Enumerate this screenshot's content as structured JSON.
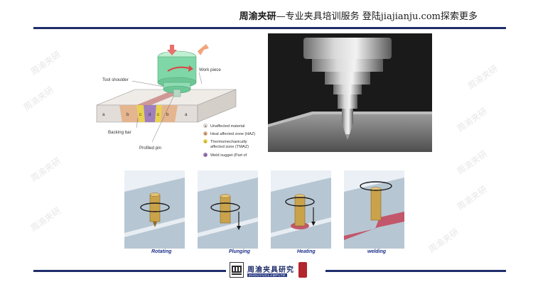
{
  "header": {
    "brand": "周渝夹研",
    "dash": "—",
    "tagline": "专业夹具培训服务  登陆jiajianju.com探索更多"
  },
  "watermark": {
    "text": "周渝夹研"
  },
  "diagram": {
    "labels": {
      "tool_shoulder": "Tool shoulder",
      "work_piece": "Work piece",
      "backing_bar": "Backing bar",
      "profiled_pin": "Profiled pin"
    },
    "legend": [
      {
        "key": "a",
        "text": "Unaffected material",
        "color": "#e7e2dd"
      },
      {
        "key": "b",
        "text": "Heat affected zone (HAZ)",
        "color": "#e4b58e"
      },
      {
        "key": "c",
        "text": "Thermomechanically",
        "text2": "affected zone (TMAZ)",
        "color": "#e8d24f"
      },
      {
        "key": "d",
        "text": "Weld nugget (Part of",
        "color": "#9f7fbd"
      }
    ],
    "section_letters": [
      "a",
      "b",
      "c",
      "d",
      "c",
      "b",
      "a"
    ]
  },
  "steps": [
    {
      "label": "Rotating"
    },
    {
      "label": "Plunging"
    },
    {
      "label": "Heating"
    },
    {
      "label": "welding"
    }
  ],
  "footer": {
    "logo_text": "周渝夹具研究",
    "logo_sub": "ZHOUYUCLAMPLTD"
  },
  "colors": {
    "accent_navy": "#1f2d6b",
    "step_label": "#1b2f8a",
    "tool_body": "#c9a24a",
    "weld_seam": "#c2566b"
  }
}
